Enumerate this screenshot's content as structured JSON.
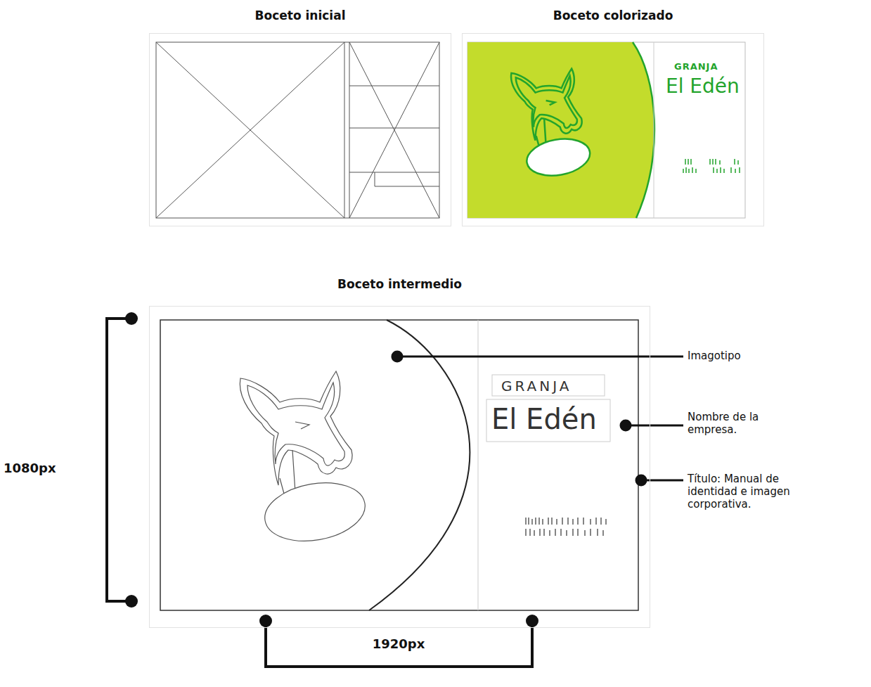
{
  "diagram": {
    "nodes": [
      {
        "text": [
          "Boceto inicial"
        ]
      },
      {
        "text": [
          "Boceto colorizado",
          "GRANJA",
          "El Edén"
        ]
      },
      {
        "text": [
          "Boceto intermedio",
          "GRANJA",
          "El Edén"
        ]
      }
    ],
    "labels": [
      "1080px",
      "1920px",
      "Imagotipo",
      "Nombre de la empresa.",
      "Título: Manual de identidad e imagen corporativa."
    ]
  }
}
